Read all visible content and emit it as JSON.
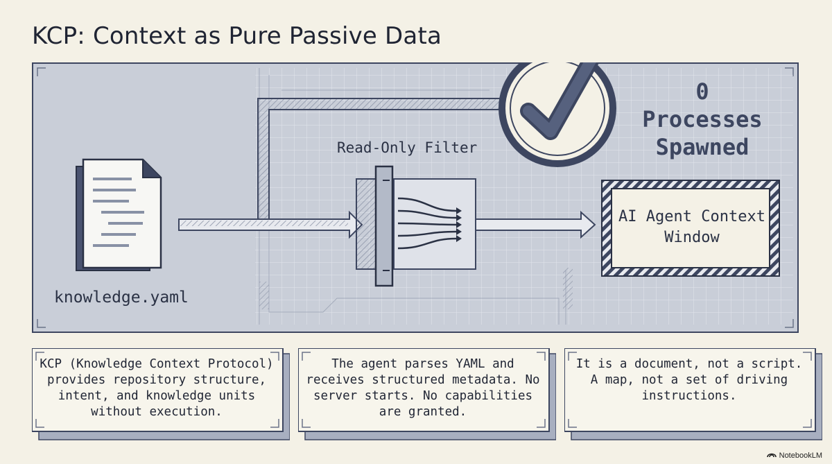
{
  "title": "KCP: Context as Pure Passive Data",
  "diagram": {
    "document_label": "knowledge.yaml",
    "filter_label": "Read-Only Filter",
    "processes_label": "0 Processes Spawned",
    "agent_label": "AI Agent Context Window",
    "icons": [
      "document-icon",
      "check-circle-icon",
      "filter-icon",
      "arrow-right-icon"
    ],
    "colors": {
      "panel_bg": "#c9ced8",
      "ink": "#3d4660",
      "paper": "#f4f1e6"
    }
  },
  "cards": [
    {
      "text": "KCP (Knowledge Context Protocol) provides repository structure, intent, and knowledge units without execution."
    },
    {
      "text": "The agent parses YAML and receives structured metadata. No server starts. No capabilities are granted."
    },
    {
      "text": "It is a document, not a script. A map, not a set of driving instructions."
    }
  ],
  "badge": "NotebookLM"
}
